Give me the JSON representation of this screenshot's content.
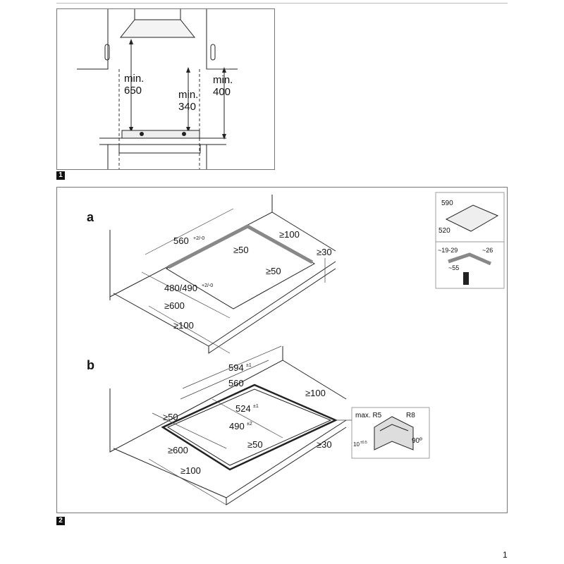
{
  "figure1": {
    "label": "1",
    "dim_hood": "min.\n650",
    "dim_hood_l1": "min.",
    "dim_hood_l2": "650",
    "dim_cab_center_l1": "min.",
    "dim_cab_center_l2": "340",
    "dim_cab_side_l1": "min.",
    "dim_cab_side_l2": "400"
  },
  "figure2": {
    "label": "2",
    "a": {
      "title": "a",
      "width": "560",
      "width_tol": "+2/-0",
      "depth": "480/490",
      "depth_tol": "+2/-0",
      "rear_gap": "≥50",
      "side_gap": "≥50",
      "wall_side": "≥100",
      "front_depth": "≥600",
      "front_edge": "≥100",
      "thickness": "≥30"
    },
    "b": {
      "title": "b",
      "outer_width": "594",
      "outer_width_tol": "±1",
      "width": "560",
      "inner_width": "524",
      "inner_width_tol": "±1",
      "depth": "490",
      "depth_tol": "±2",
      "left_gap": "≥50",
      "front_gap": "≥50",
      "wall_side": "≥100",
      "front_depth": "≥600",
      "front_edge": "≥100",
      "thickness": "≥30"
    },
    "inset_hob": {
      "width": "590",
      "depth": "520"
    },
    "inset_corner": {
      "left": "~19-29",
      "right": "~26",
      "center": "~55"
    },
    "inset_detail": {
      "radius_max": "max. R5",
      "radius": "R8",
      "depth": "10",
      "depth_tol": "±0.5",
      "angle": "90º"
    }
  },
  "page_number": "1"
}
